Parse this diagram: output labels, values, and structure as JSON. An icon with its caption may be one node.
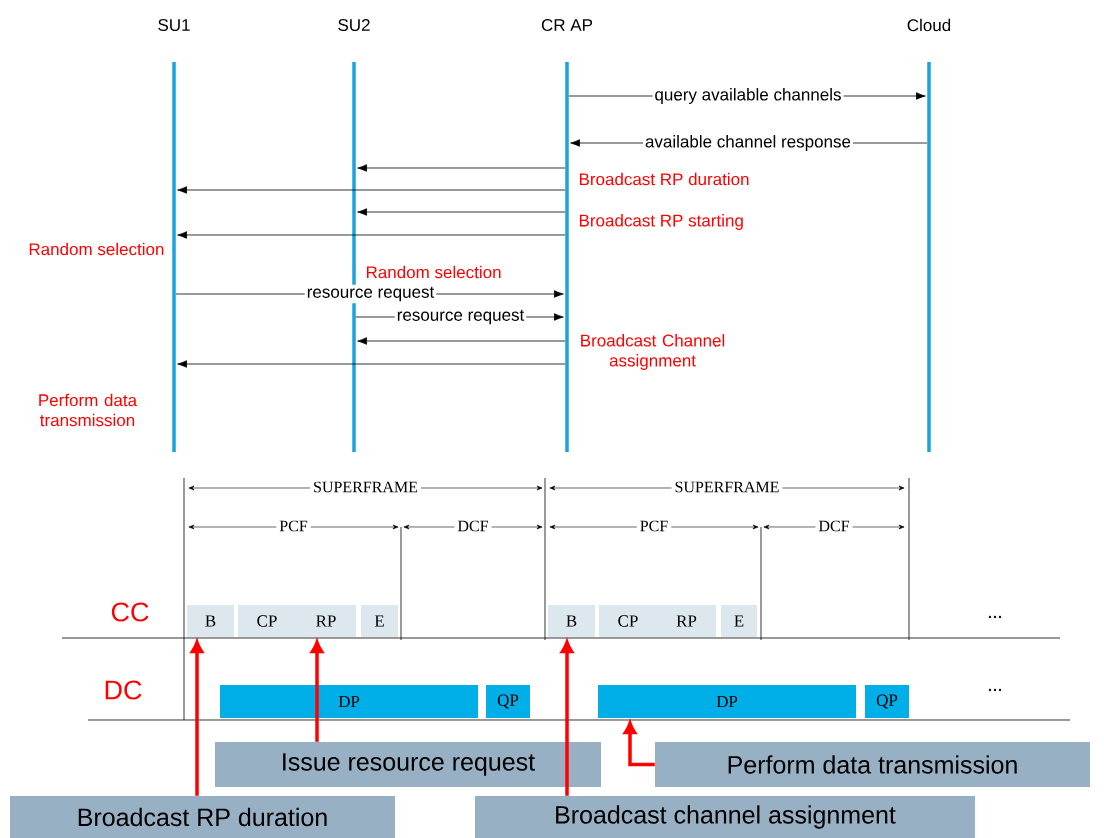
{
  "diagram": {
    "nodes": [
      {
        "text": [
          "SU1"
        ]
      },
      {
        "text": [
          "SU2"
        ]
      },
      {
        "text": [
          "CR AP"
        ]
      },
      {
        "text": [
          "Cloud"
        ]
      },
      {
        "text": [
          "B"
        ]
      },
      {
        "text": [
          "CP"
        ]
      },
      {
        "text": [
          "RP"
        ]
      },
      {
        "text": [
          "E"
        ]
      },
      {
        "text": [
          "B"
        ]
      },
      {
        "text": [
          "CP"
        ]
      },
      {
        "text": [
          "RP"
        ]
      },
      {
        "text": [
          "E"
        ]
      },
      {
        "text": [
          "DP"
        ]
      },
      {
        "text": [
          "QP"
        ]
      },
      {
        "text": [
          "DP"
        ]
      },
      {
        "text": [
          "QP"
        ]
      },
      {
        "text": [
          "Issue resource request"
        ]
      },
      {
        "text": [
          "Perform data transmission"
        ]
      },
      {
        "text": [
          "Broadcast RP duration"
        ]
      },
      {
        "text": [
          "Broadcast channel assignment"
        ]
      }
    ],
    "edges": [
      {
        "from": 2,
        "to": 3,
        "arrow": "to",
        "label": "query available channels"
      },
      {
        "from": 3,
        "to": 2,
        "arrow": "to",
        "label": "available channel response"
      },
      {
        "from": 2,
        "to": 1,
        "arrow": "to"
      },
      {
        "from": 2,
        "to": 0,
        "arrow": "to",
        "label": "Broadcast RP duration"
      },
      {
        "from": 2,
        "to": 1,
        "arrow": "to"
      },
      {
        "from": 2,
        "to": 0,
        "arrow": "to",
        "label": "Broadcast RP starting"
      },
      {
        "from": 0,
        "to": 2,
        "arrow": "to",
        "label": "resource request"
      },
      {
        "from": 1,
        "to": 2,
        "arrow": "to",
        "label": "resource request"
      },
      {
        "from": 2,
        "to": 1,
        "arrow": "to",
        "label": "Broadcast Channel assignment"
      },
      {
        "from": 2,
        "to": 0,
        "arrow": "to"
      },
      {
        "from": 18,
        "to": 4,
        "arrow": "to",
        "style": "thick",
        "color": "#ff0000"
      },
      {
        "from": 16,
        "to": 6,
        "arrow": "to",
        "style": "thick",
        "color": "#ff0000"
      },
      {
        "from": 19,
        "to": 8,
        "arrow": "to",
        "style": "thick",
        "color": "#ff0000"
      },
      {
        "from": 17,
        "to": 14,
        "arrow": "to",
        "style": "thick",
        "color": "#ff0000"
      }
    ],
    "labels": [
      "Random selection",
      "Random selection",
      "Perform data transmission",
      "SUPERFRAME",
      "SUPERFRAME",
      "PCF",
      "DCF",
      "PCF",
      "DCF",
      "CC",
      "...",
      "DC",
      "..."
    ]
  }
}
